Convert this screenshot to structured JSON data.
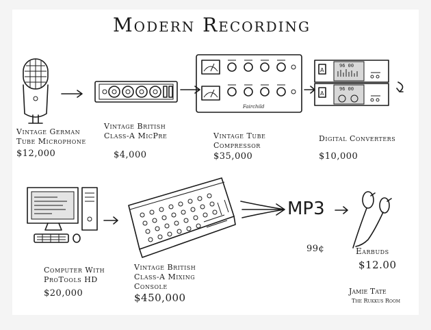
{
  "title": "Modern Recording",
  "steps": [
    {
      "name_line1": "Vintage German",
      "name_line2": "Tube Microphone",
      "price": "$12,000",
      "icon": "microphone-icon"
    },
    {
      "name_line1": "Vintage British",
      "name_line2": "Class-A MicPre",
      "price": "$4,000",
      "icon": "mic-preamp-icon"
    },
    {
      "name_line1": "Vintage Tube",
      "name_line2": "Compressor",
      "price": "$35,000",
      "icon": "compressor-icon"
    },
    {
      "name_line1": "Digital Converters",
      "name_line2": "",
      "price": "$10,000",
      "icon": "converter-icon"
    },
    {
      "name_line1": "Computer With",
      "name_line2": "ProTools HD",
      "price": "$20,000",
      "icon": "computer-icon"
    },
    {
      "name_line1": "Vintage British",
      "name_line2": "Class-A Mixing",
      "name_line3": "Console",
      "price": "$450,000",
      "icon": "mixing-console-icon"
    }
  ],
  "mp3": {
    "label": "MP3",
    "price": "99¢"
  },
  "earbuds": {
    "label": "Earbuds",
    "price": "$12.00",
    "icon": "earbuds-icon"
  },
  "signature": {
    "line1": "Jamie Tate",
    "line2": "The Rukkus Room"
  },
  "compressor_brand": "Fairchild",
  "converter_display": "96 00"
}
